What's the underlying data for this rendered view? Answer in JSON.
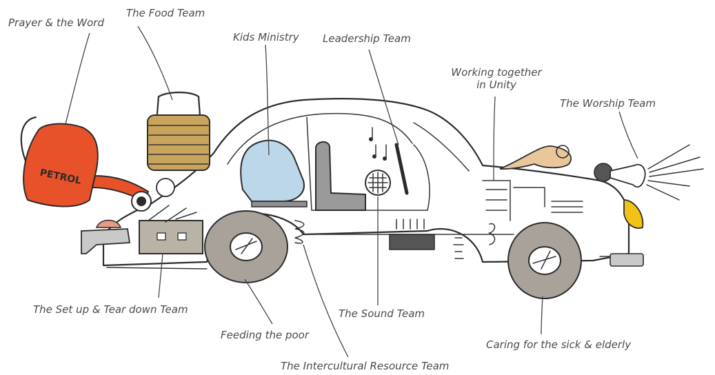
{
  "labels": {
    "prayer": "Prayer & the Word",
    "food": "The Food Team",
    "kids": "Kids Ministry",
    "leadership": "Leadership Team",
    "unity_line1": "Working together",
    "unity_line2": "in Unity",
    "worship": "The Worship Team",
    "setup": "The Set up & Tear down Team",
    "sound": "The Sound Team",
    "feeding": "Feeding the poor",
    "caring": "Caring for the sick & elderly",
    "intercultural": "The Intercultural Resource Team"
  },
  "can_text": "PETROL",
  "colors": {
    "watering_can": "#e8522a",
    "basket": "#c9a45c",
    "car_seat": "#bcd6ea",
    "wheel": "#a8a29a",
    "toolbox": "#b9b2a7",
    "oil_can": "#e9c79a",
    "headlight": "#f2c316",
    "bumper": "#c9c9c9"
  }
}
